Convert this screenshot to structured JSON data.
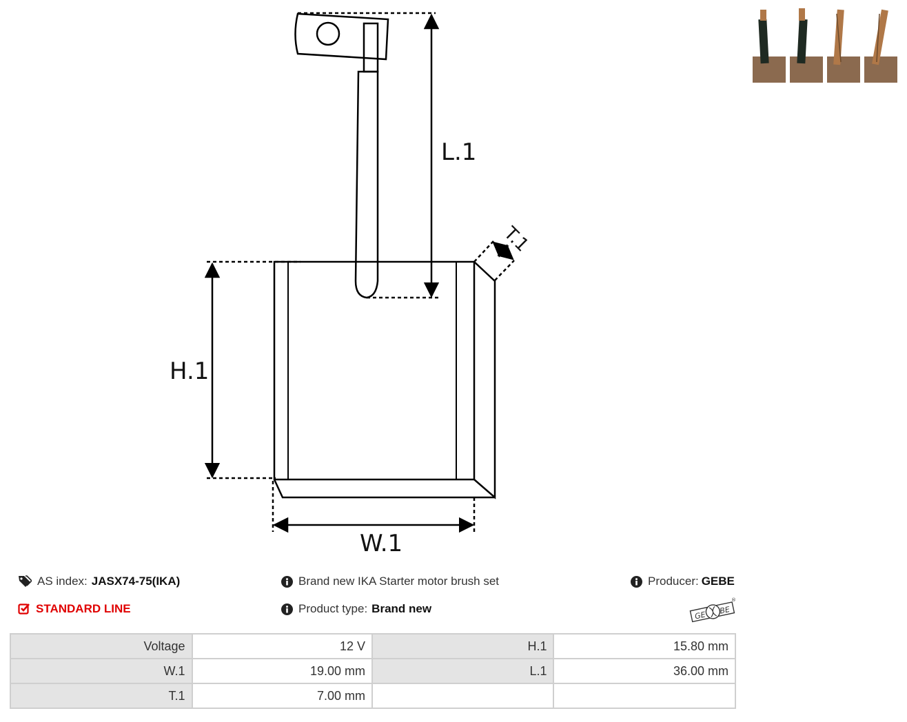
{
  "diagram": {
    "labels": {
      "l1": "L.1",
      "h1": "H.1",
      "w1": "W.1",
      "t1": "T.1"
    }
  },
  "thumbnails": {
    "count": 4,
    "colors": {
      "block": "#8b6a4f",
      "sleeve": "#1f2a22",
      "copper": "#b07848"
    }
  },
  "info": {
    "as_index_label": "AS index:",
    "as_index_value": "JASX74-75(IKA)",
    "line_label": "STANDARD LINE",
    "description": "Brand new IKA Starter motor brush set",
    "product_type_label": "Product type:",
    "product_type_value": "Brand new",
    "producer_label": "Producer:",
    "producer_value": "GEBE",
    "logo_left": "GE",
    "logo_right": "BE",
    "logo_mark": "®",
    "accent_color": "#e00000"
  },
  "specs": [
    [
      {
        "label": "Voltage",
        "value": "12 V"
      },
      {
        "label": "H.1",
        "value": "15.80 mm"
      }
    ],
    [
      {
        "label": "W.1",
        "value": "19.00 mm"
      },
      {
        "label": "L.1",
        "value": "36.00 mm"
      }
    ],
    [
      {
        "label": "T.1",
        "value": "7.00 mm"
      },
      {
        "label": "",
        "value": ""
      }
    ]
  ]
}
